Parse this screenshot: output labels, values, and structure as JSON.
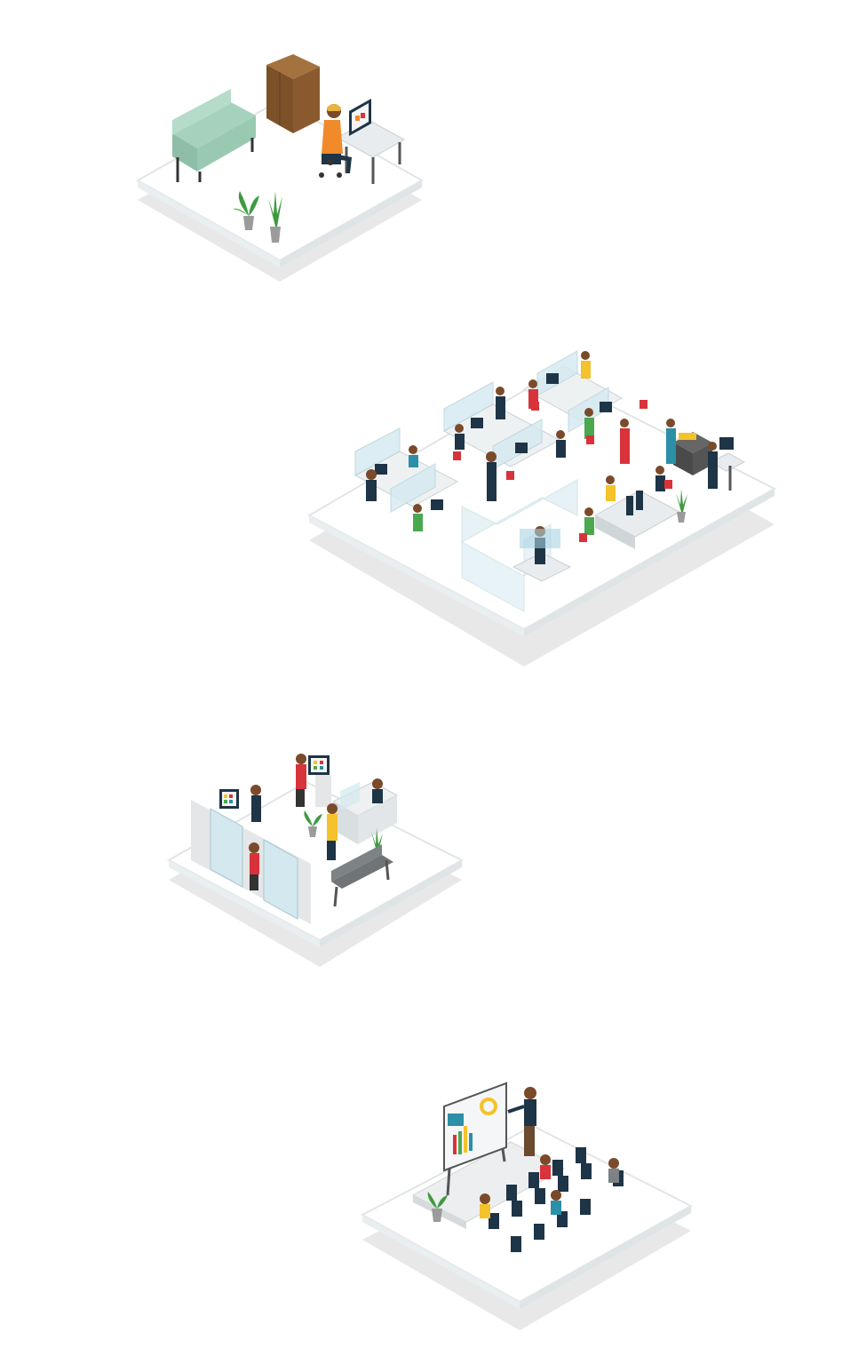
{
  "scenes": [
    {
      "id": "home-office",
      "icon": "home-office-scene"
    },
    {
      "id": "open-office",
      "icon": "open-office-scene"
    },
    {
      "id": "reception",
      "icon": "reception-lobby-scene"
    },
    {
      "id": "presentation",
      "icon": "presentation-room-scene"
    }
  ],
  "colors": {
    "floor": "#ffffff",
    "floor_edge": "#e3e6e7",
    "shadow": "#e8e8e8",
    "navy": "#1e3447",
    "red": "#d8333a",
    "yellow": "#f4c22a",
    "green": "#4aa94e",
    "teal": "#2c8fa8",
    "orange": "#f08a2b",
    "sofa": "#9ac9b2",
    "cabinet": "#8a5a2e",
    "desk": "#e9ecee",
    "glass": "#cfe6ee",
    "plant": "#3f9a3f",
    "pot": "#9b9b9b",
    "skin": "#7a4a2a"
  }
}
